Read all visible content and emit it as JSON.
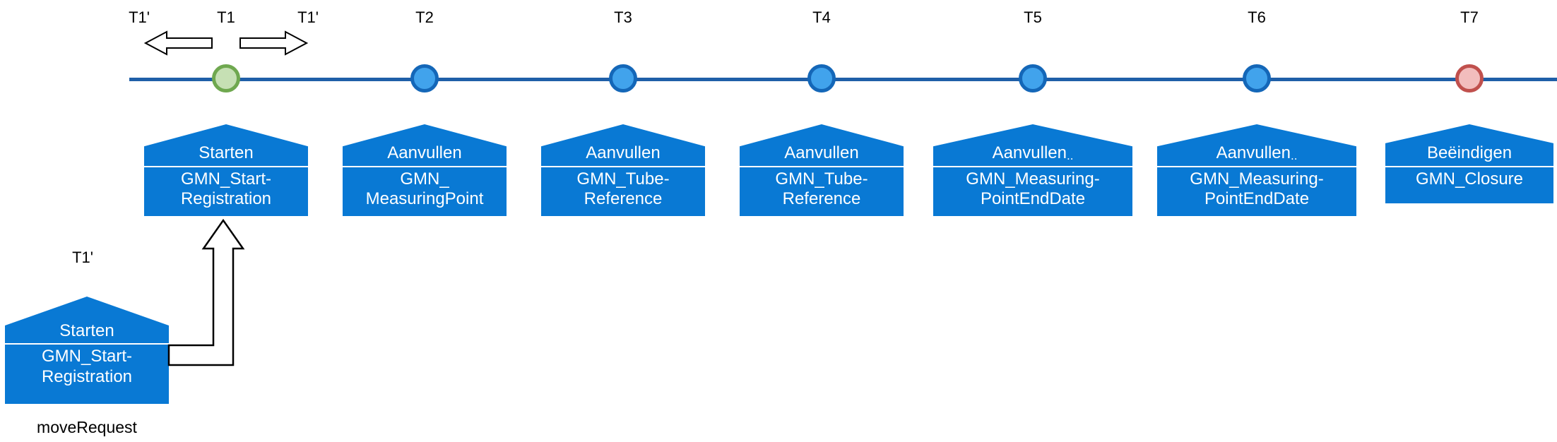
{
  "colors": {
    "timeline_line": "#1F5FA8",
    "house_fill": "#0979D4",
    "house_text": "#FFFFFF",
    "circle_blue_fill": "#41A3EC",
    "circle_blue_border": "#1467B8",
    "circle_green_fill": "#C6E0B4",
    "circle_green_border": "#6FA84F",
    "circle_red_fill": "#F2BDBD",
    "circle_red_border": "#C0504D",
    "label_text": "#000000"
  },
  "top_labels": {
    "t1_prime_left": "T1'",
    "t1_prime_right": "T1'"
  },
  "milestones": [
    {
      "label": "T1",
      "circle": "green",
      "action": "Starten",
      "dots": "",
      "code_line1": "GMN_Start-",
      "code_line2": "Registration"
    },
    {
      "label": "T2",
      "circle": "blue",
      "action": "Aanvullen",
      "dots": "",
      "code_line1": "GMN_",
      "code_line2": "MeasuringPoint"
    },
    {
      "label": "T3",
      "circle": "blue",
      "action": "Aanvullen",
      "dots": "",
      "code_line1": "GMN_Tube-",
      "code_line2": "Reference"
    },
    {
      "label": "T4",
      "circle": "blue",
      "action": "Aanvullen",
      "dots": "",
      "code_line1": "GMN_Tube-",
      "code_line2": "Reference"
    },
    {
      "label": "T5",
      "circle": "blue",
      "action": "Aanvullen",
      "dots": "..",
      "code_line1": "GMN_Measuring-",
      "code_line2": "PointEndDate"
    },
    {
      "label": "T6",
      "circle": "blue",
      "action": "Aanvullen",
      "dots": "..",
      "code_line1": "GMN_Measuring-",
      "code_line2": "PointEndDate"
    },
    {
      "label": "T7",
      "circle": "red",
      "action": "Beëindigen",
      "dots": "",
      "code_line1": "GMN_Closure",
      "code_line2": ""
    }
  ],
  "move_request_block": {
    "label": "T1'",
    "action": "Starten",
    "code_line1": "GMN_Start-",
    "code_line2": "Registration",
    "caption": "moveRequest"
  }
}
